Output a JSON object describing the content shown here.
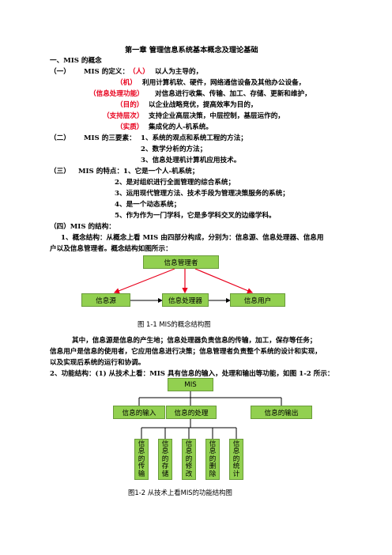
{
  "title": "第一章 管理信息系统基本概念及理论基础",
  "s1": "一、MIS 的概念",
  "def": {
    "num": "（一）",
    "lead": "MIS 的定义：",
    "p1": "（人）",
    "p1_rest": "以人为主导的，",
    "p2": "（机）",
    "p2_rest": "利用计算机软、硬件，网络通信设备及其他办公设备，",
    "p3": "（信息处理功能）",
    "p3_rest": "对信息进行收集、传输、加工、存储、更新和维护，",
    "p4": "（目的）",
    "p4_rest": "以企业战略竞优，提高效率为目的，",
    "p5": "（支持层次）",
    "p5_rest": "支持企业高层决策，中层控制，基层运作的，",
    "p6": "（实质）",
    "p6_rest": "集成化的人-机系统。"
  },
  "elements": {
    "num": "（二）",
    "lead": "MIS 的三要素：",
    "items": [
      "1、系统的观点和系统工程的方法；",
      "2、数学分析的方法；",
      "3、信息处理机计算机应用技术。"
    ]
  },
  "features": {
    "num": "（三）",
    "lead": "MIS 的特点：",
    "items": [
      "1、它是一个人-机系统；",
      "2、是对组织进行全面管理的综合系统；",
      "3、运用现代管理方法、技术手段为管理决策服务的系统；",
      "4、是一个动态系统；",
      "5、作为作为一门学科，它是多学科交叉的边缘学科。"
    ]
  },
  "structure": {
    "heading": "（四）MIS 的结构：",
    "concept_line1": "1、概念结构：从概念上看 MIS 由四部分构成，分别为：信息源、信息处理器、信息用",
    "concept_line2": "户以及信息管理者。概念结构如图所示："
  },
  "fig1": {
    "manager": "信息管理者",
    "source": "信息源",
    "processor": "信息处理器",
    "user": "信息用户",
    "caption": "图 1-1 MIS的概念结构图"
  },
  "explain": {
    "l1": "其中，信息源是信息的产生地；信息处理器负责信息的传输，加工，保存等任务；",
    "l2": "信息用户是信息的使用者，它应用信息进行决策；信息管理者负责整个系统的设计和实现，",
    "l3": "以及实现后系统的运行和协调。"
  },
  "func_line": "2、功能结构：(1) 从技术上看：MIS 具有信息的输入，处理和输出等功能，如图 1-2 所示：",
  "fig2": {
    "root": "MIS",
    "input": "信息的输入",
    "process": "信息的处理",
    "output": "信息的输出",
    "leaves": [
      "信息的传输",
      "信息的存储",
      "信息的修改",
      "信息的删除",
      "信息的统计"
    ],
    "caption": "图1-2  从技术上看MIS的功能结构图"
  },
  "colors": {
    "box_fill": "#92d050",
    "arrow_red": "#e8001c"
  }
}
